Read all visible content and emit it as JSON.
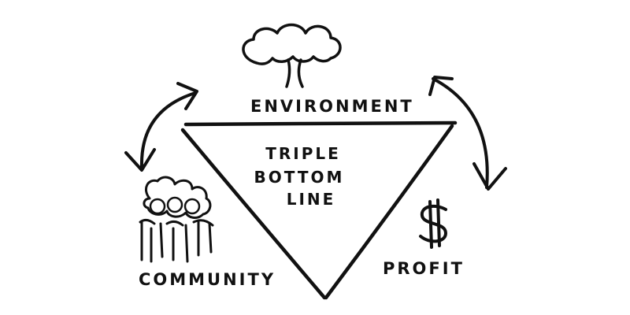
{
  "diagram": {
    "center_lines": [
      "TRIPLE",
      "BOTTOM",
      "LINE"
    ],
    "labels": {
      "top": "ENVIRONMENT",
      "left": "COMMUNITY",
      "right": "PROFIT"
    },
    "icons": {
      "top": "tree-icon",
      "left": "crowd-icon",
      "right": "dollar-sign-icon"
    },
    "ink_color": "#111111",
    "background_color": "#ffffff"
  }
}
